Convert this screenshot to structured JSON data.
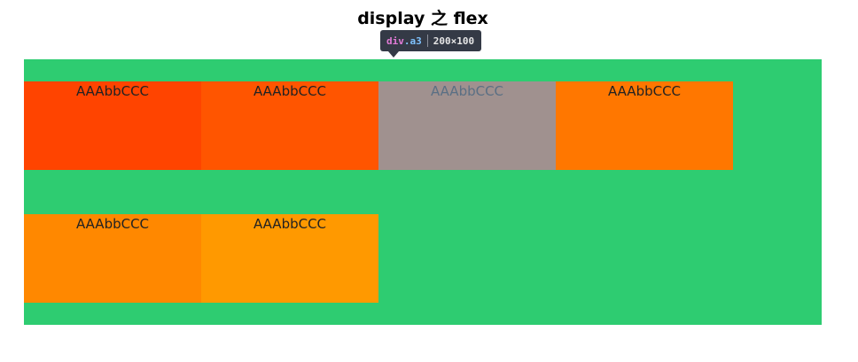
{
  "page": {
    "title": "display 之 flex"
  },
  "tooltip": {
    "tag": "div",
    "class_name": ".a3",
    "dimensions": "200×100"
  },
  "container": {
    "background": "#2ecc71",
    "boxes": [
      {
        "label": "AAAbbCCC",
        "color": "#ff4400"
      },
      {
        "label": "AAAbbCCC",
        "color": "#ff5500"
      },
      {
        "label": "AAAbbCCC",
        "color": "#a0918f",
        "highlighted": true
      },
      {
        "label": "AAAbbCCC",
        "color": "#ff7700"
      },
      {
        "label": "AAAbbCCC",
        "color": "#ff8800"
      },
      {
        "label": "AAAbbCCC",
        "color": "#ff9900"
      }
    ]
  }
}
